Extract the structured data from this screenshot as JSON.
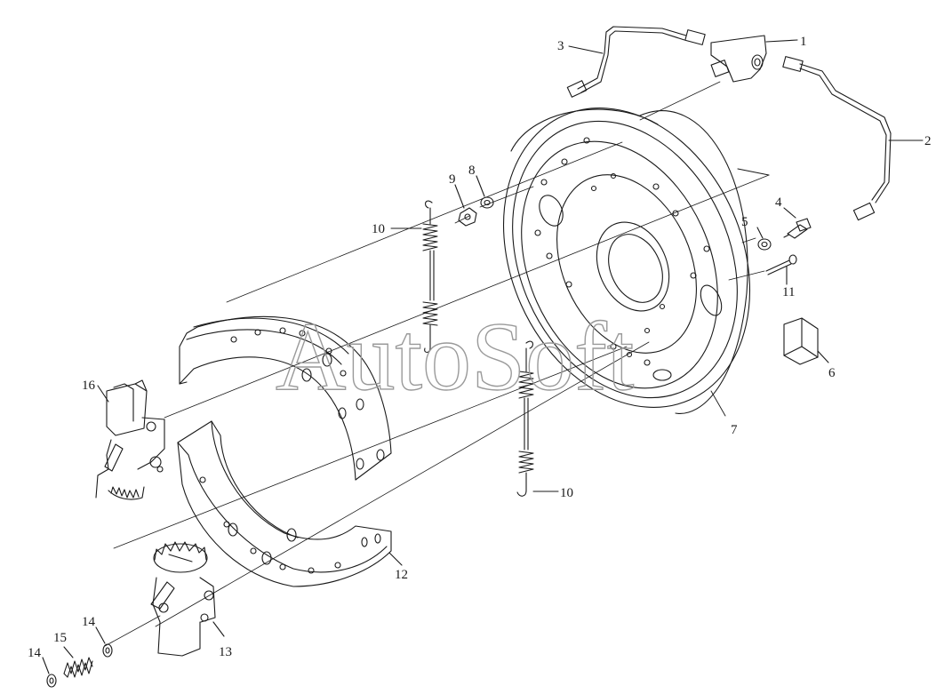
{
  "watermark": "AutoSoft",
  "labels": {
    "p1": "1",
    "p2": "2",
    "p3": "3",
    "p4": "4",
    "p5": "5",
    "p6": "6",
    "p7": "7",
    "p8": "8",
    "p9": "9",
    "p10a": "10",
    "p10b": "10",
    "p11": "11",
    "p12": "12",
    "p13": "13",
    "p14a": "14",
    "p14b": "14",
    "p15": "15",
    "p16": "16"
  },
  "colors": {
    "line": "#1a1a1a",
    "background": "#ffffff",
    "watermark": "#9a9a9a"
  }
}
